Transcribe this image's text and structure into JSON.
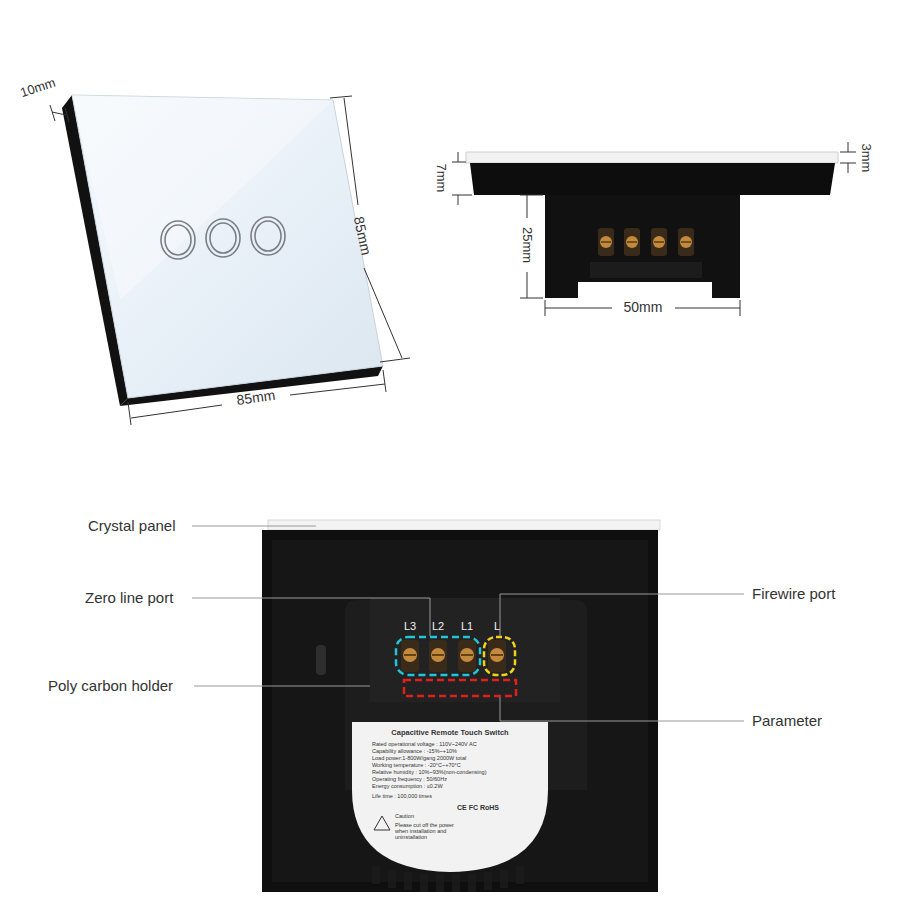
{
  "diagram": {
    "labels": [
      "10mm",
      "85mm",
      "85mm",
      "7mm",
      "3mm",
      "25mm",
      "50mm",
      "Crystal panel",
      "Zero line port",
      "Poly carbon holder",
      "Firewire port",
      "Parameter",
      "L3",
      "L2",
      "L1",
      "L",
      "Capacitive Remote Touch Switch",
      "Rated operational voltage : 110V~240V  AC",
      "Capability allowance : -15%~+10%",
      "Load power:1-800W/gang 2000W total",
      "Working temperature : -20°C~+70°C",
      "Relative humidity : 10%~93%(non-condensing)",
      "Operating frequency : 50/60Hz",
      "Energy consumption : ≤0.2W",
      "Life time : 100,000 times",
      "CE FC RoHS",
      "Caution",
      "Please cut off the power when installation and uninstallation"
    ]
  }
}
